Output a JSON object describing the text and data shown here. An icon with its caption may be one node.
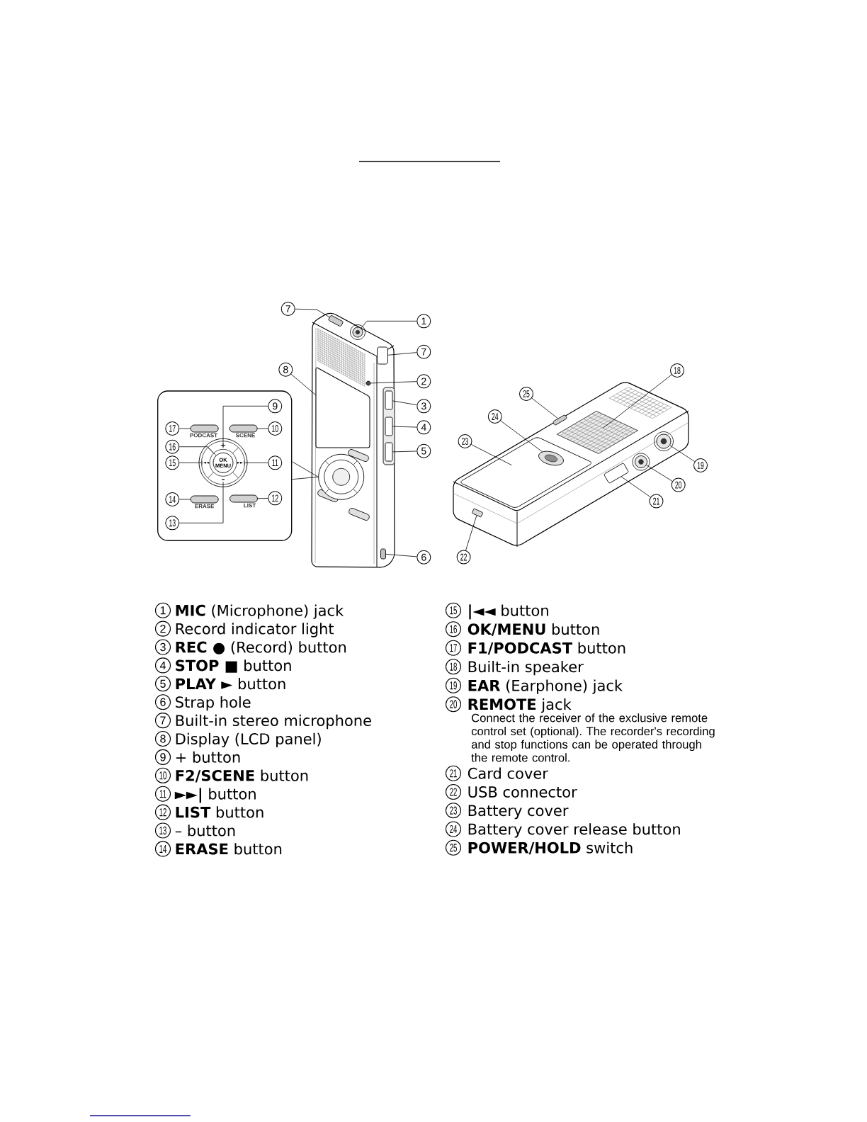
{
  "diagram": {
    "nodes": [
      {
        "text": [
          "7"
        ]
      },
      {
        "text": [
          "1"
        ]
      },
      {
        "text": [
          "7"
        ]
      },
      {
        "text": [
          "8"
        ]
      },
      {
        "text": [
          "2"
        ]
      },
      {
        "text": [
          "3"
        ]
      },
      {
        "text": [
          "4"
        ]
      },
      {
        "text": [
          "5"
        ]
      },
      {
        "text": [
          "6"
        ]
      },
      {
        "text": [],
        "shape": "picture"
      },
      {
        "text": [],
        "shape": "box",
        "in": 9
      },
      {
        "text": [],
        "shape": "circle",
        "in": 9
      },
      {
        "text": [],
        "shape": "box",
        "in": 9
      },
      {
        "text": [],
        "shape": "box",
        "in": 9
      },
      {
        "text": [],
        "shape": "circle",
        "in": 9
      },
      {
        "text": [],
        "shape": "box",
        "in": 9
      },
      {
        "text": [],
        "shape": "box",
        "in": 9
      },
      {
        "text": [],
        "shape": "box",
        "in": 9
      },
      {
        "text": [],
        "shape": "circle",
        "in": 9
      },
      {
        "text": [],
        "shape": "box",
        "in": 9
      },
      {
        "text": [],
        "shape": "box"
      },
      {
        "text": [
          "9"
        ],
        "in": 20
      },
      {
        "text": [
          "17"
        ],
        "in": 20
      },
      {
        "text": [
          "10"
        ],
        "in": 20
      },
      {
        "text": [
          "16"
        ],
        "in": 20
      },
      {
        "text": [
          "15"
        ],
        "in": 20
      },
      {
        "text": [
          "11"
        ],
        "in": 20
      },
      {
        "text": [
          "14"
        ],
        "in": 20
      },
      {
        "text": [
          "12"
        ],
        "in": 20
      },
      {
        "text": [
          "13"
        ],
        "in": 20
      },
      {
        "text": [],
        "shape": "box",
        "beside": [
          "PODCAST"
        ],
        "in": 20
      },
      {
        "text": [],
        "shape": "box",
        "beside": [
          "SCENE"
        ],
        "in": 20
      },
      {
        "text": [],
        "shape": "circle",
        "in": 20
      },
      {
        "text": [
          "+"
        ],
        "in": 32
      },
      {
        "text": [
          "|◄◄"
        ],
        "in": 32
      },
      {
        "text": [
          "OK MENU"
        ],
        "in": 32
      },
      {
        "text": [
          "►►|"
        ],
        "in": 32
      },
      {
        "text": [
          "–"
        ],
        "in": 32
      },
      {
        "text": [],
        "shape": "box",
        "beside": [
          "ERASE"
        ],
        "in": 20
      },
      {
        "text": [],
        "shape": "box",
        "beside": [
          "LIST"
        ],
        "in": 20
      },
      {
        "text": [
          "25"
        ]
      },
      {
        "text": [
          "18"
        ]
      },
      {
        "text": [
          "24"
        ]
      },
      {
        "text": [
          "23"
        ]
      },
      {
        "text": [],
        "shape": "picture"
      },
      {
        "text": [],
        "shape": "box",
        "in": 44
      },
      {
        "text": [],
        "shape": "diamond",
        "in": 44
      },
      {
        "text": [],
        "shape": "box",
        "in": 44
      },
      {
        "text": [],
        "shape": "ellipse",
        "in": 47
      },
      {
        "text": [],
        "shape": "circle",
        "in": 44
      },
      {
        "text": [],
        "shape": "circle",
        "in": 44
      },
      {
        "text": [],
        "shape": "box",
        "in": 44
      },
      {
        "text": [],
        "shape": "box",
        "in": 44
      },
      {
        "text": [
          "19"
        ]
      },
      {
        "text": [
          "20"
        ]
      },
      {
        "text": [
          "21"
        ]
      },
      {
        "text": [
          "22"
        ]
      },
      {
        "text": [
          "1"
        ],
        "beside": [
          "**MIC** (Microphone) jack"
        ]
      },
      {
        "text": [
          "2"
        ],
        "beside": [
          "Record indicator light"
        ]
      },
      {
        "text": [
          "3"
        ],
        "beside": [
          "**REC ●** (Record) button"
        ]
      },
      {
        "text": [
          "4"
        ],
        "beside": [
          "**STOP ■** button"
        ]
      },
      {
        "text": [
          "5"
        ],
        "beside": [
          "**PLAY ►** button"
        ]
      },
      {
        "text": [
          "6"
        ],
        "beside": [
          "Strap hole"
        ]
      },
      {
        "text": [
          "7"
        ],
        "beside": [
          "Built-in stereo microphone"
        ]
      },
      {
        "text": [
          "8"
        ],
        "beside": [
          "Display (LCD panel)"
        ]
      },
      {
        "text": [
          "9"
        ],
        "beside": [
          "+ button"
        ]
      },
      {
        "text": [
          "10"
        ],
        "beside": [
          "**F2/SCENE** button"
        ]
      },
      {
        "text": [
          "11"
        ],
        "beside": [
          "**►►|** button"
        ]
      },
      {
        "text": [
          "12"
        ],
        "beside": [
          "**LIST** button"
        ]
      },
      {
        "text": [
          "13"
        ],
        "beside": [
          "– button"
        ]
      },
      {
        "text": [
          "14"
        ],
        "beside": [
          "**ERASE** button"
        ]
      },
      {
        "text": [
          "15"
        ],
        "beside": [
          "**|◄◄** button"
        ]
      },
      {
        "text": [
          "16"
        ],
        "beside": [
          "**OK/MENU** button"
        ]
      },
      {
        "text": [
          "17"
        ],
        "beside": [
          "**F1/PODCAST** button"
        ]
      },
      {
        "text": [
          "18"
        ],
        "beside": [
          "Built-in speaker"
        ]
      },
      {
        "text": [
          "19"
        ],
        "beside": [
          "**EAR** (Earphone) jack"
        ]
      },
      {
        "text": [
          "20"
        ],
        "beside": [
          "**REMOTE** jack",
          "Connect the receiver of the exclusive remote control set (optional). The recorder's recording and stop functions can be operated through the remote control."
        ]
      },
      {
        "text": [
          "21"
        ],
        "beside": [
          "Card cover"
        ]
      },
      {
        "text": [
          "22"
        ],
        "beside": [
          "USB connector"
        ]
      },
      {
        "text": [
          "23"
        ],
        "beside": [
          "Battery cover"
        ]
      },
      {
        "text": [
          "24"
        ],
        "beside": [
          "Battery cover release button"
        ]
      },
      {
        "text": [
          "25"
        ],
        "beside": [
          "**POWER/HOLD** switch"
        ]
      }
    ],
    "edges": [
      {
        "from": 0,
        "to": 10,
        "arrow": "none"
      },
      {
        "from": 1,
        "to": 11,
        "arrow": "none"
      },
      {
        "from": 2,
        "to": 12,
        "arrow": "none"
      },
      {
        "from": 3,
        "to": 13,
        "arrow": "none"
      },
      {
        "from": 4,
        "to": 14,
        "arrow": "none"
      },
      {
        "from": 5,
        "to": 15,
        "arrow": "none"
      },
      {
        "from": 6,
        "to": 16,
        "arrow": "none"
      },
      {
        "from": 7,
        "to": 17,
        "arrow": "none"
      },
      {
        "from": 8,
        "to": 19,
        "arrow": "none"
      },
      {
        "from": 20,
        "to": 18,
        "arrow": "none"
      },
      {
        "from": 21,
        "to": 33,
        "arrow": "none"
      },
      {
        "from": 22,
        "to": 30,
        "arrow": "none"
      },
      {
        "from": 23,
        "to": 31,
        "arrow": "none"
      },
      {
        "from": 24,
        "to": 35,
        "arrow": "none"
      },
      {
        "from": 25,
        "to": 34,
        "arrow": "none"
      },
      {
        "from": 26,
        "to": 36,
        "arrow": "none"
      },
      {
        "from": 27,
        "to": 38,
        "arrow": "none"
      },
      {
        "from": 28,
        "to": 39,
        "arrow": "none"
      },
      {
        "from": 29,
        "to": 37,
        "arrow": "none"
      },
      {
        "from": 40,
        "to": 45,
        "arrow": "none"
      },
      {
        "from": 41,
        "to": 46,
        "arrow": "none"
      },
      {
        "from": 42,
        "to": 48,
        "arrow": "none"
      },
      {
        "from": 43,
        "to": 47,
        "arrow": "none"
      },
      {
        "from": 53,
        "to": 49,
        "arrow": "none"
      },
      {
        "from": 54,
        "to": 50,
        "arrow": "none"
      },
      {
        "from": 55,
        "to": 51,
        "arrow": "none"
      },
      {
        "from": 56,
        "to": 52,
        "arrow": "none"
      }
    ]
  }
}
